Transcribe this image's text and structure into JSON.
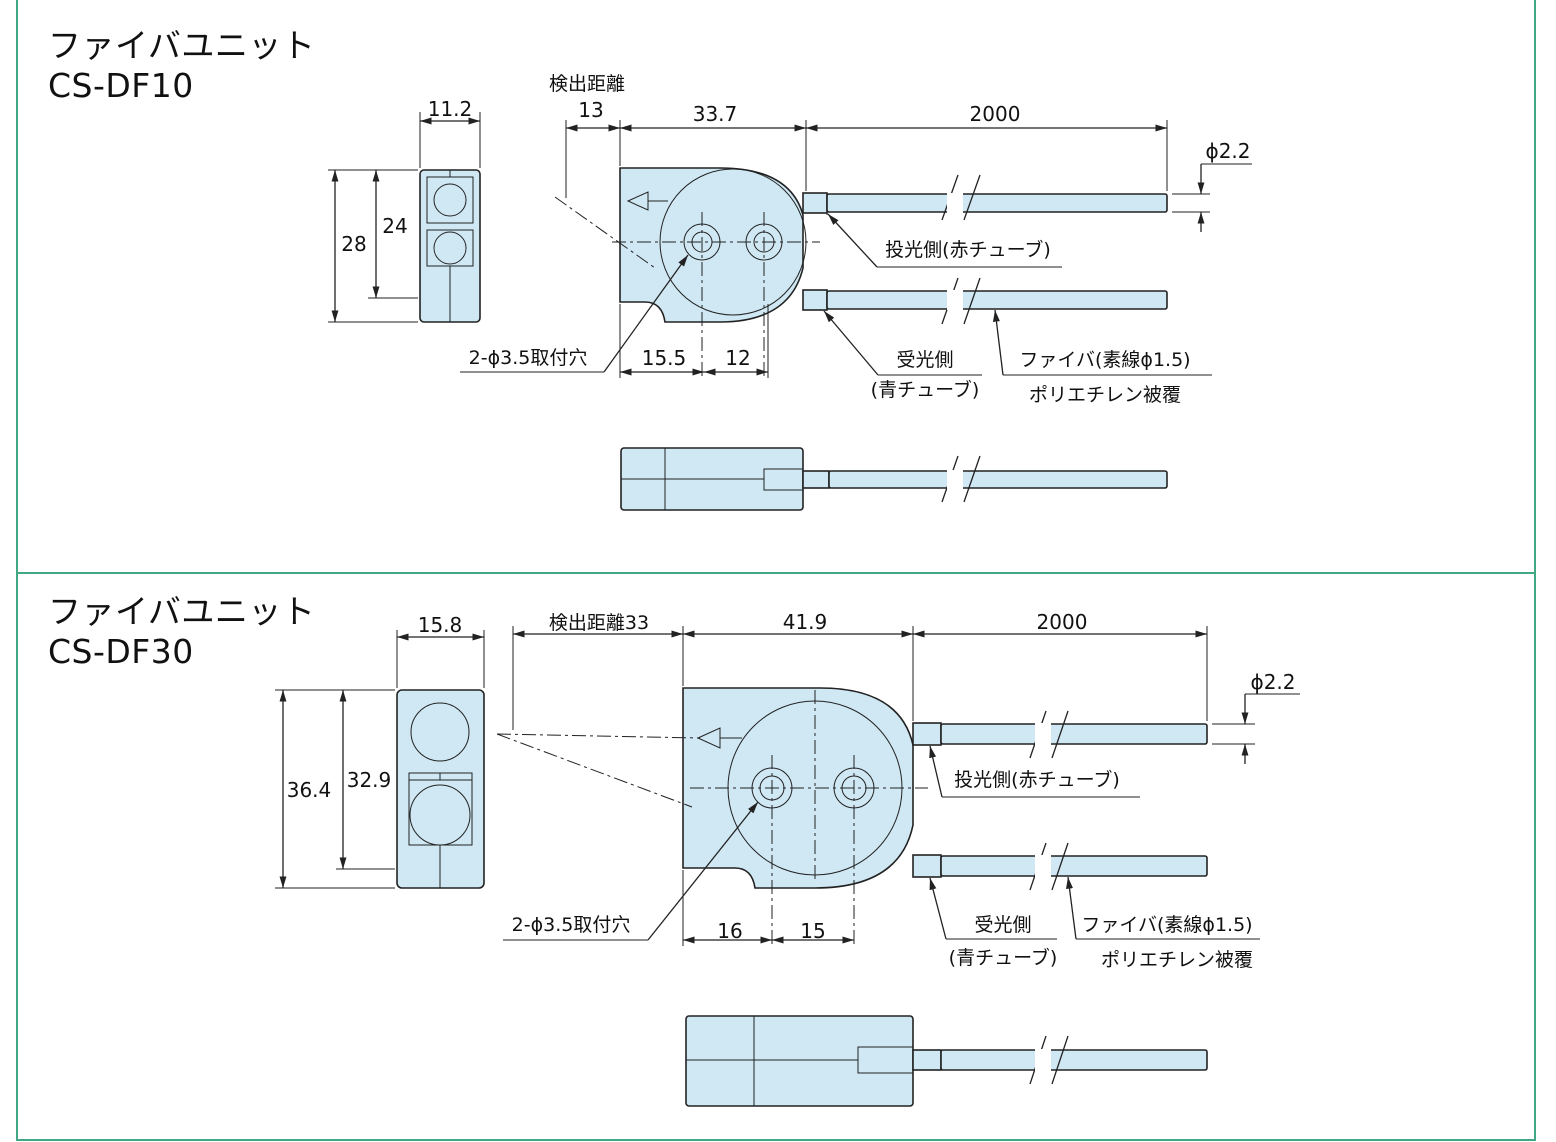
{
  "panels": [
    {
      "title_line1": "ファイバユニット",
      "title_line2": "CS-DF10",
      "dims": {
        "width": "11.2",
        "height_outer": "28",
        "height_inner": "24",
        "detect_label": "検出距離",
        "detect_value": "13",
        "body_length": "33.7",
        "cable_length": "2000",
        "cable_dia": "ϕ2.2",
        "hole_a": "15.5",
        "hole_b": "12"
      },
      "labels": {
        "emit": "投光側(赤チューブ)",
        "mount": "2-ϕ3.5取付穴",
        "receive_1": "受光側",
        "receive_2": "(青チューブ)",
        "fiber_1": "ファイバ(素線ϕ1.5)",
        "fiber_2": "ポリエチレン被覆"
      }
    },
    {
      "title_line1": "ファイバユニット",
      "title_line2": "CS-DF30",
      "dims": {
        "width": "15.8",
        "height_outer": "36.4",
        "height_inner": "32.9",
        "detect_label": "検出距離33",
        "body_length": "41.9",
        "cable_length": "2000",
        "cable_dia": "ϕ2.2",
        "hole_a": "16",
        "hole_b": "15"
      },
      "labels": {
        "emit": "投光側(赤チューブ)",
        "mount": "2-ϕ3.5取付穴",
        "receive_1": "受光側",
        "receive_2": "(青チューブ)",
        "fiber_1": "ファイバ(素線ϕ1.5)",
        "fiber_2": "ポリエチレン被覆"
      }
    }
  ],
  "colors": {
    "frame": "#41a883",
    "body_fill": "#cfe8f4",
    "line": "#222222"
  }
}
